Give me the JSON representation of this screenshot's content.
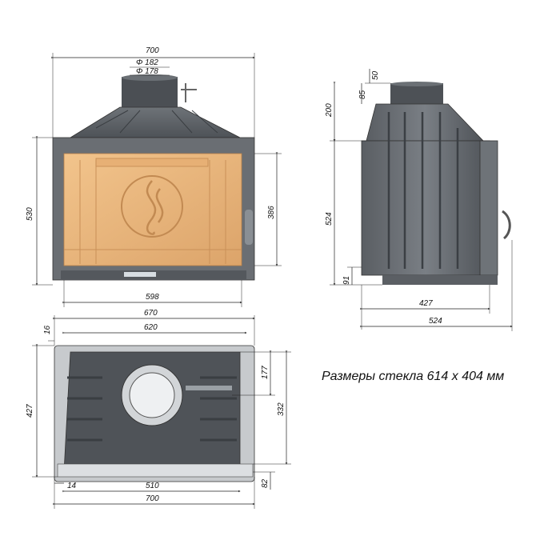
{
  "front_view": {
    "width_total": "700",
    "flue_outer": "Φ 182",
    "flue_inner": "Φ 178",
    "height_total": "530",
    "glass_height": "386",
    "door_width": "598"
  },
  "side_view": {
    "collar_height": "50",
    "collar_offset": "85",
    "hood_height": "200",
    "body_height": "524",
    "base_height": "91",
    "body_depth": "427",
    "depth_total": "524"
  },
  "top_view": {
    "width_670": "670",
    "width_620": "620",
    "offset_16": "16",
    "depth_427": "427",
    "dim_177": "177",
    "dim_332": "332",
    "dim_14": "14",
    "dim_510": "510",
    "dim_82": "82",
    "width_total": "700"
  },
  "caption": "Размеры стекла 614 х 404 мм",
  "colors": {
    "metal_dark": "#55595e",
    "metal_mid": "#7b8086",
    "metal_light": "#c9ccd0",
    "firebrick": "#e8b47a",
    "firebrick_dark": "#c98f55",
    "line": "#222222"
  }
}
